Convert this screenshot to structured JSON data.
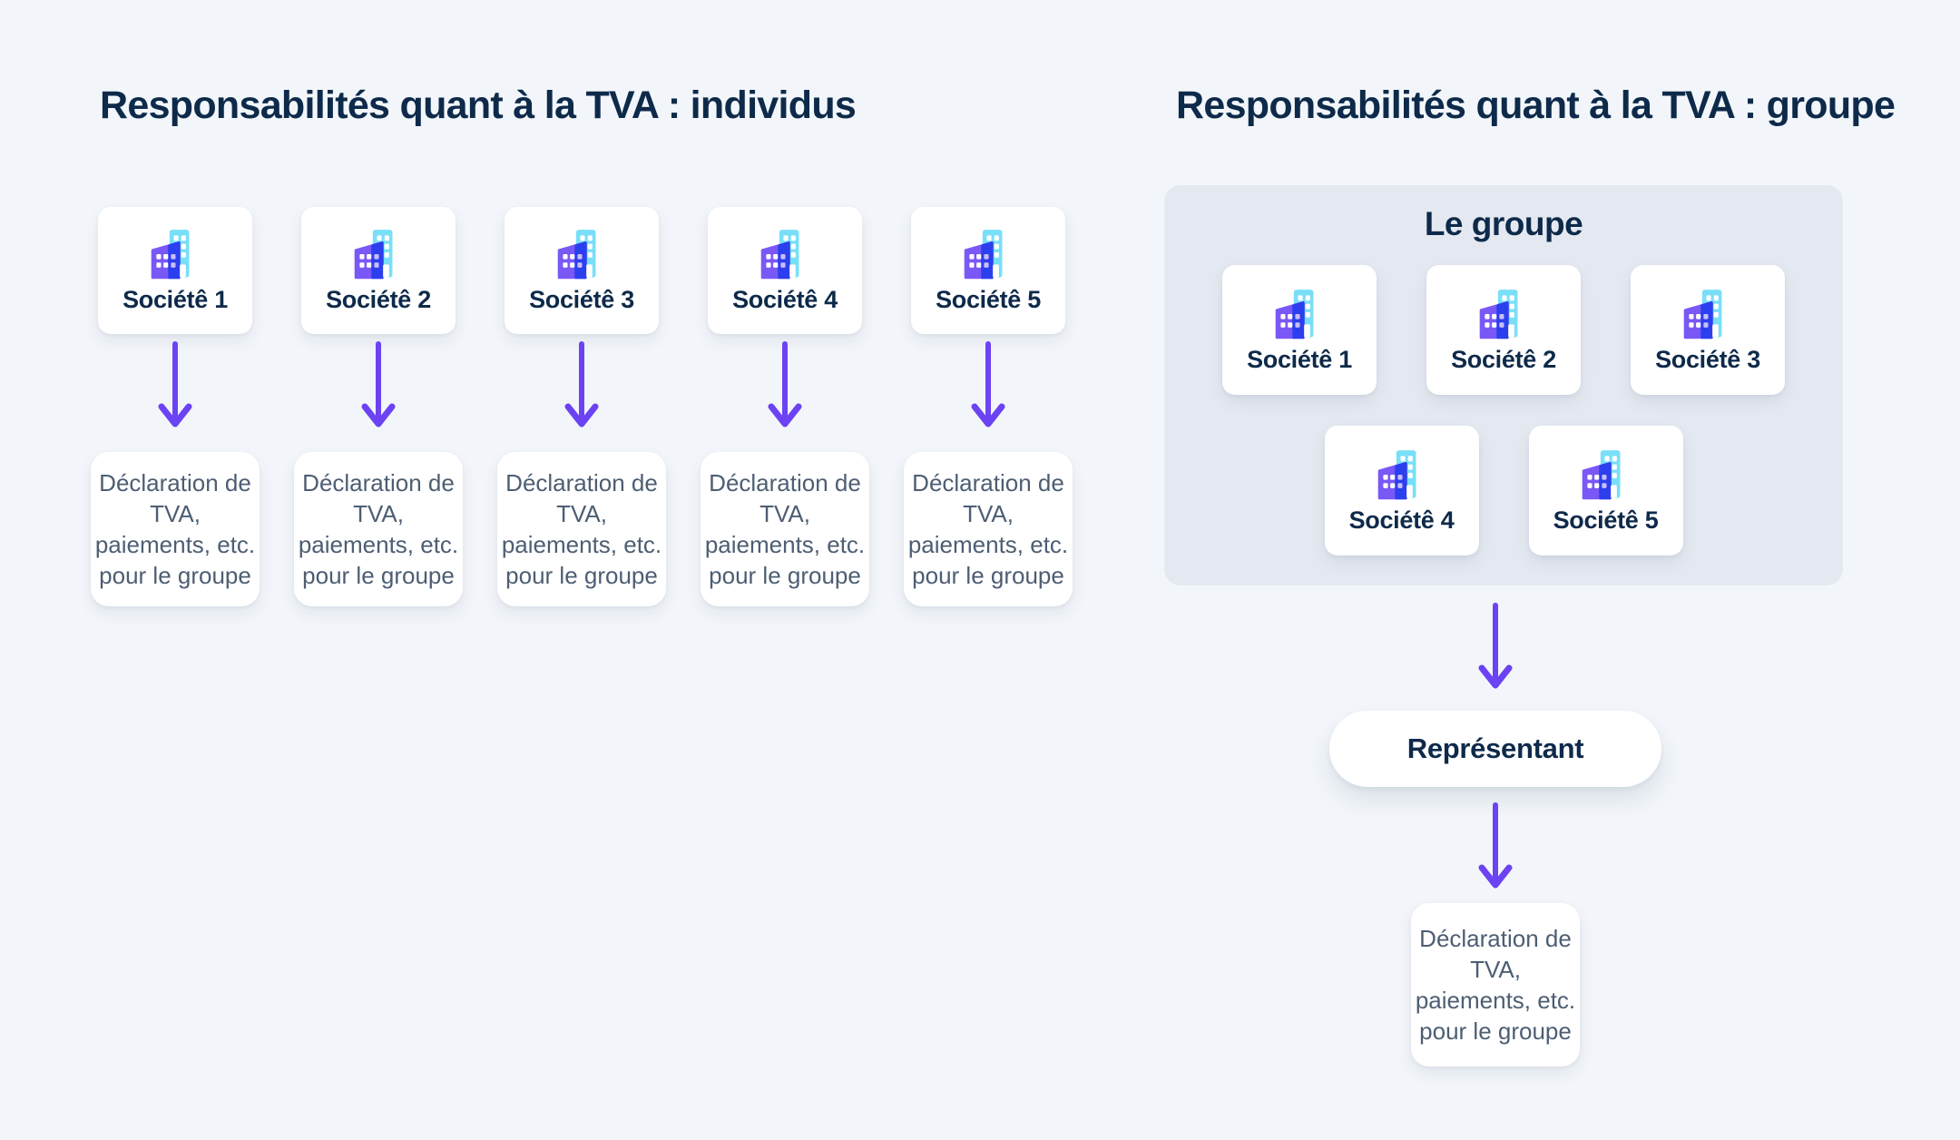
{
  "left_section": {
    "title": "Responsabilités quant à la TVA : individus",
    "companies": [
      "Sociétê 1",
      "Sociétê 2",
      "Sociétê 3",
      "Sociétê 4",
      "Sociétê 5"
    ]
  },
  "right_section": {
    "title": "Responsabilités quant à la TVA : groupe",
    "group_title": "Le groupe",
    "companies": [
      "Sociétê 1",
      "Sociétê 2",
      "Sociétê 3",
      "Sociétê 4",
      "Sociétê 5"
    ],
    "representative": "Représentant"
  },
  "declaration_lines": [
    "Déclaration de",
    "TVA,",
    "paiements, etc.",
    "pour le groupe"
  ],
  "icons": {
    "building": "building-icon",
    "arrow": "arrow-down-icon"
  },
  "colors": {
    "page_bg": "#f2f6fa",
    "card_bg": "#ffffff",
    "group_bg": "#e4e9f1",
    "navy_text": "#0e2a4a",
    "slate_text": "#4d5e73",
    "arrow_purple": "#6b43f3",
    "icon_purple": "#7a58f6",
    "icon_cyan": "#79dff8",
    "icon_overlap_blue": "#2c3fee"
  }
}
